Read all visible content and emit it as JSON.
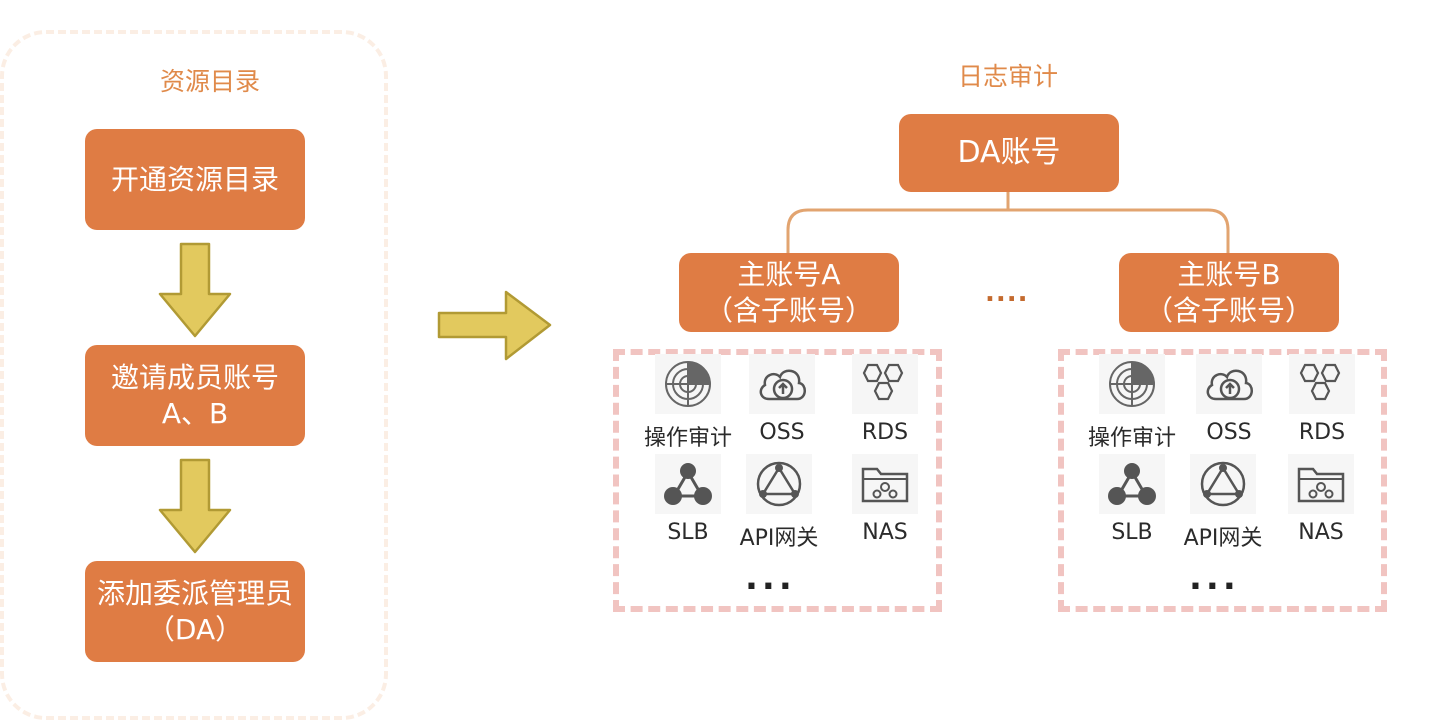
{
  "left": {
    "title": "资源目录",
    "steps": [
      {
        "lines": [
          "开通资源目录"
        ]
      },
      {
        "lines": [
          "邀请成员账号",
          "A、B"
        ]
      },
      {
        "lines": [
          "添加委派管理员",
          "（DA）"
        ]
      }
    ]
  },
  "right": {
    "title": "日志审计",
    "root": "DA账号",
    "accounts": [
      {
        "lines": [
          "主账号A",
          "（含子账号）"
        ]
      },
      {
        "lines": [
          "主账号B",
          "（含子账号）"
        ]
      }
    ],
    "between_dots": "....",
    "services": [
      {
        "label": "操作审计",
        "icon": "radar-icon"
      },
      {
        "label": "OSS",
        "icon": "cloud-upload-icon"
      },
      {
        "label": "RDS",
        "icon": "hexagons-icon"
      },
      {
        "label": "SLB",
        "icon": "network-nodes-icon"
      },
      {
        "label": "API网关",
        "icon": "api-gateway-icon"
      },
      {
        "label": "NAS",
        "icon": "folder-share-icon"
      }
    ],
    "more": "..."
  },
  "colors": {
    "box": "#df7c44",
    "arrow_fill": "#e2c95e",
    "arrow_stroke": "#b19a34",
    "title": "#e08a4a",
    "connector": "#e2a470",
    "group_border": "#f1c4c1",
    "frame_border": "#fbeee4"
  }
}
